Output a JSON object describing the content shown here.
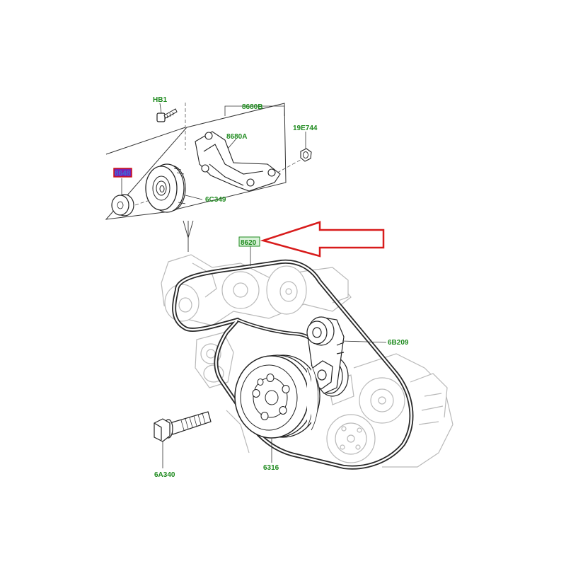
{
  "colors": {
    "label_text": "#1e8a1e",
    "label_box_stroke": "#1e8a1e",
    "label_box_fill": "#d9f2d9",
    "highlight_box_fill": "#7a1fb3",
    "highlight_box_stroke": "#d01010",
    "arrow": "#d81b1b",
    "line_art": "#222222",
    "ghost_art": "#b9b9b9",
    "belt": "#2a2a2a"
  },
  "labels": {
    "hb1": "HB1",
    "bracket_assembly": "8680B",
    "bracket": "8680A",
    "nut": "19E744",
    "highlighted_part": "8648",
    "idler_pulley": "6C349",
    "drive_belt": "8620",
    "tensioner": "6B209",
    "crank_bolt": "6A340",
    "crank_pulley": "6316"
  }
}
